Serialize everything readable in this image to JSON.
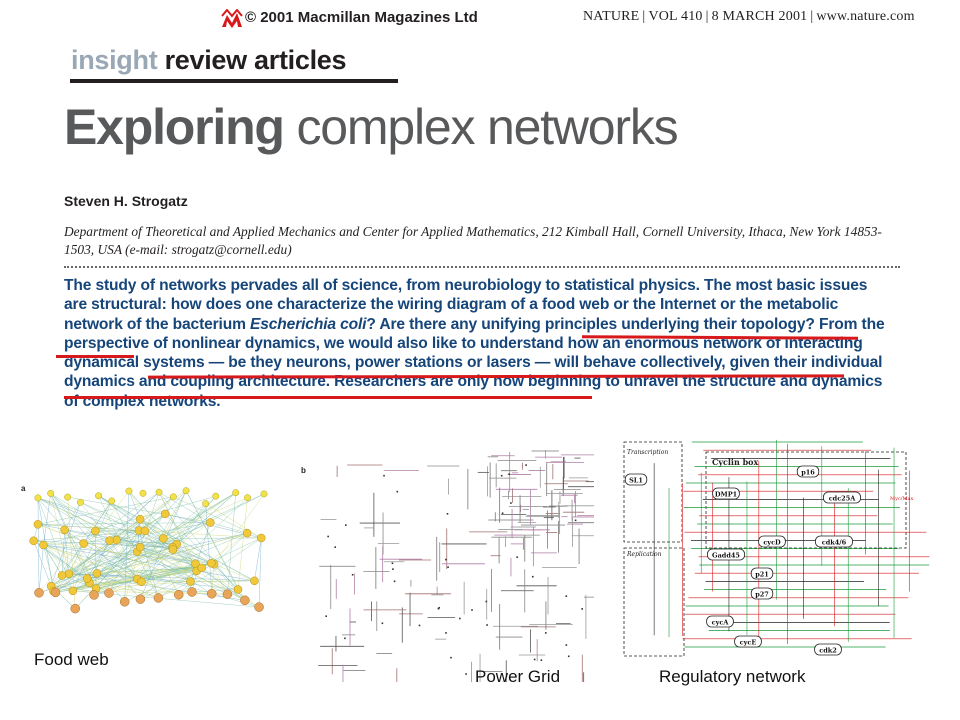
{
  "header": {
    "copyright": "© 2001 Macmillan Magazines Ltd",
    "journal": "NATURE",
    "volume": "VOL 410",
    "date": "8 MARCH 2001",
    "website": "www.nature.com"
  },
  "section": {
    "part1": "insight",
    "part2": "review articles"
  },
  "article": {
    "title_bold": "Exploring",
    "title_rest": "complex networks",
    "author": "Steven H. Strogatz",
    "affiliation": "Department of Theoretical and Applied Mechanics and Center for Applied Mathematics, 212 Kimball Hall, Cornell University, Ithaca, New York 14853-1503, USA (e-mail: strogatz@cornell.edu)",
    "abstract_part1": "The study of networks pervades all of science, from neurobiology to statistical physics. The most basic issues are structural: how does one characterize the wiring diagram of a food web or the Internet or the metabolic network of the bacterium ",
    "abstract_italic": "Escherichia coli",
    "abstract_part2": "? Are there any unifying principles underlying their topology? From the perspective of nonlinear dynamics, we would also like to understand how an enormous network of interacting dynamical systems — be they neurons, power stations or lasers — will behave collectively, given their individual dynamics and coupling architecture. Researchers are only now beginning to unravel the structure and dynamics of complex networks."
  },
  "figures": {
    "food_web": {
      "panel": "a",
      "caption": "Food web"
    },
    "power_grid": {
      "panel": "b",
      "caption": "Power Grid"
    },
    "regulatory": {
      "caption": "Regulatory network",
      "box_labels": [
        "Transcription",
        "Cyclin box",
        "Replication"
      ],
      "nodes": [
        "SL1",
        "p16",
        "DMP1",
        "cdc25A",
        "cycD",
        "cdk4/6",
        "Gadd45",
        "p21",
        "p27",
        "cycE",
        "cdk2",
        "Myc/Max",
        "cycA"
      ]
    }
  },
  "colors": {
    "abstract_text": "#16457a",
    "underline": "#d7191c",
    "title_grey": "#58595b",
    "insight_grey": "#9aa7b5",
    "logo_red": "#d7191c"
  }
}
